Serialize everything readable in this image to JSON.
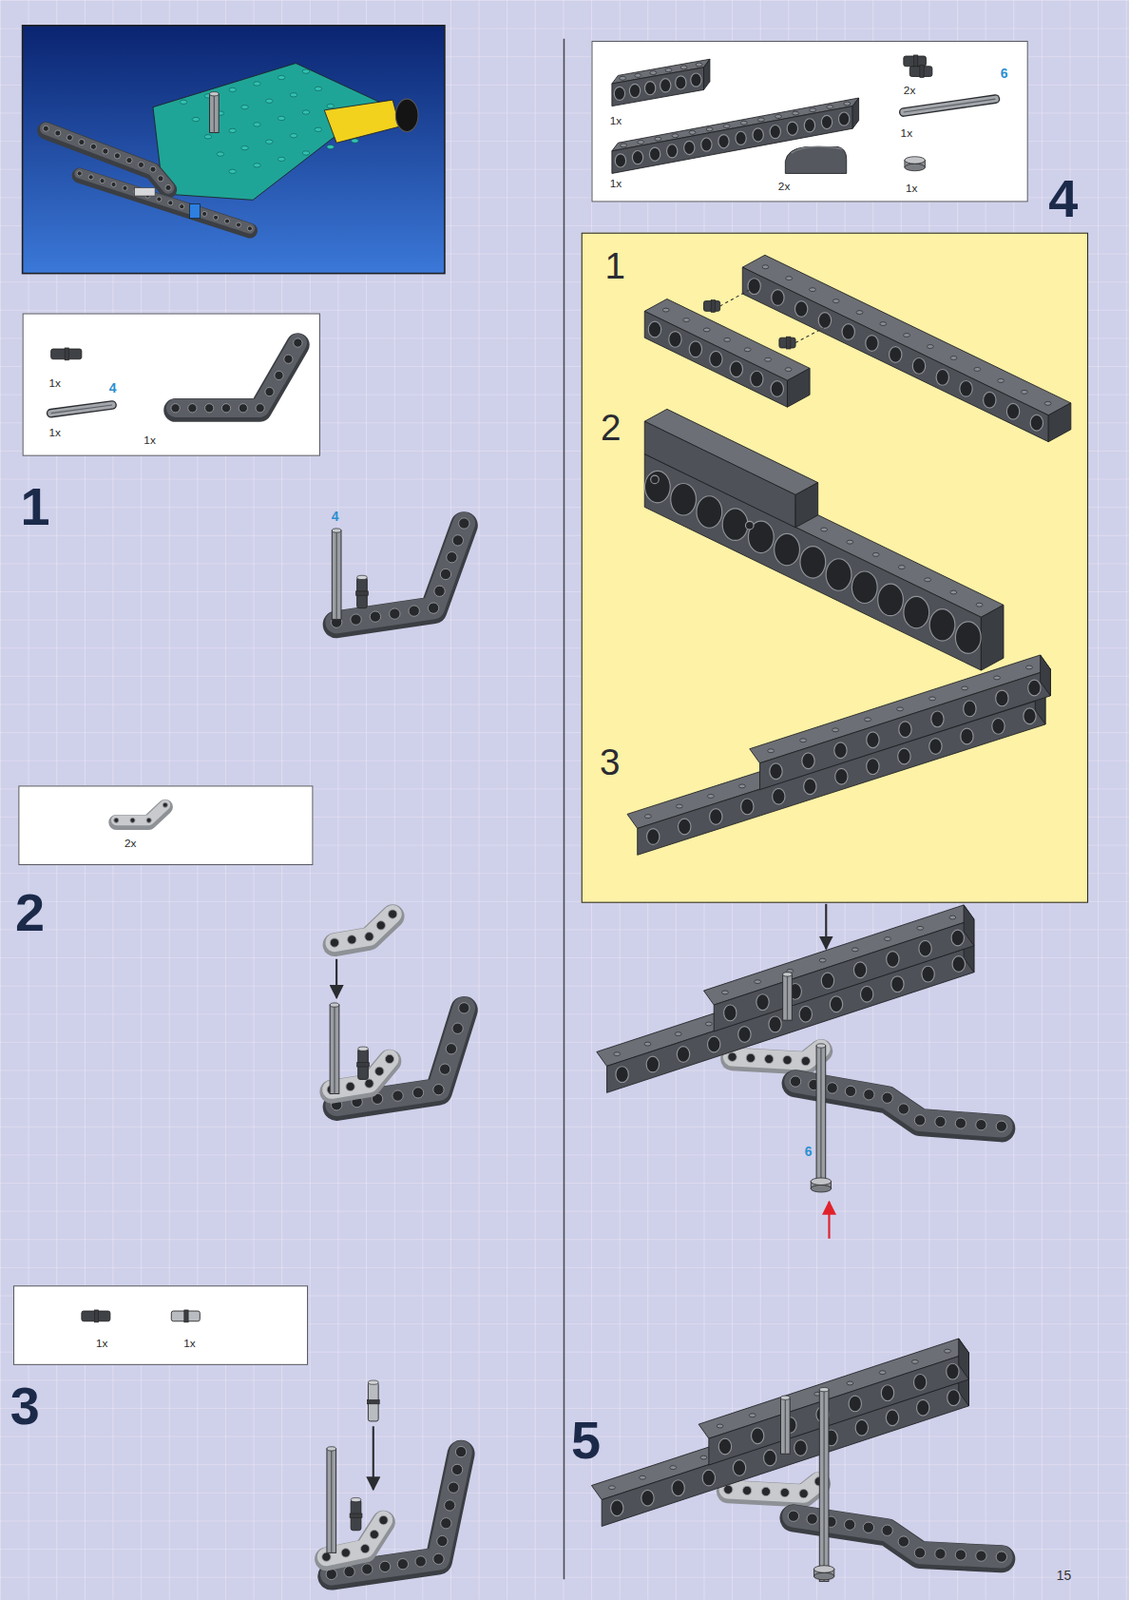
{
  "diagram": {
    "nodes": [
      {
        "text": [
          "1x",
          "4",
          "1x",
          "1x"
        ]
      },
      {
        "text": [
          "2x"
        ]
      },
      {
        "text": [
          "1x",
          "1x"
        ]
      },
      {
        "text": [
          "6",
          "2x",
          "1x",
          "1x",
          "1x",
          "2x",
          "1x"
        ]
      },
      {
        "text": [
          "1",
          "2",
          "3"
        ]
      }
    ],
    "labels": [
      "1",
      "4",
      "2",
      "3",
      "4",
      "6",
      "5",
      "15"
    ]
  }
}
